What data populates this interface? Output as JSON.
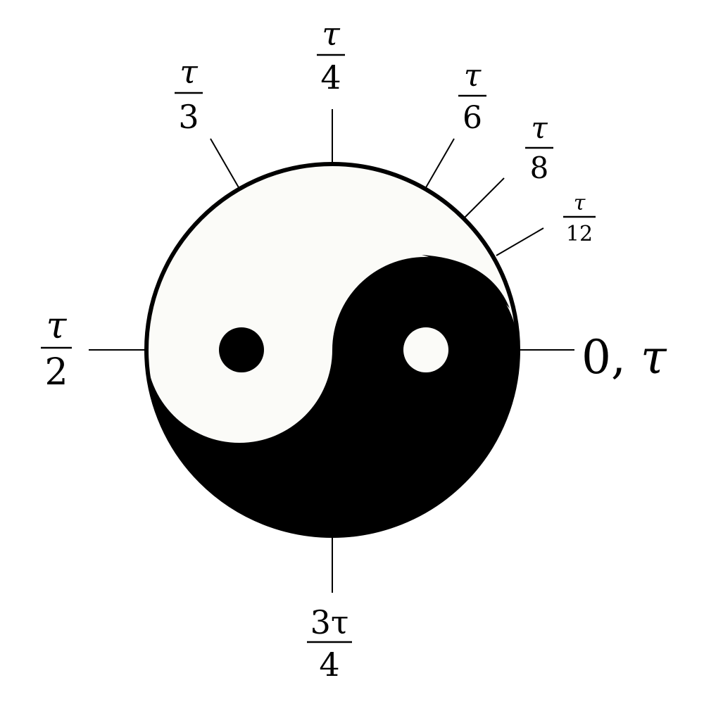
{
  "colors": {
    "background": "#ffffff",
    "ink": "#000000",
    "light": "#fbfbf8"
  },
  "angle_labels": [
    {
      "id": "0",
      "angle_fraction": 0,
      "text": "0, τ"
    },
    {
      "id": "t12",
      "angle_fraction": 0.08333,
      "numerator": "τ",
      "denominator": "12"
    },
    {
      "id": "t8",
      "angle_fraction": 0.125,
      "numerator": "τ",
      "denominator": "8"
    },
    {
      "id": "t6",
      "angle_fraction": 0.16667,
      "numerator": "τ",
      "denominator": "6"
    },
    {
      "id": "t4",
      "angle_fraction": 0.25,
      "numerator": "τ",
      "denominator": "4"
    },
    {
      "id": "t3",
      "angle_fraction": 0.33333,
      "numerator": "τ",
      "denominator": "3"
    },
    {
      "id": "t2",
      "angle_fraction": 0.5,
      "numerator": "τ",
      "denominator": "2"
    },
    {
      "id": "3t4",
      "angle_fraction": 0.75,
      "numerator": "3τ",
      "denominator": "4"
    }
  ]
}
